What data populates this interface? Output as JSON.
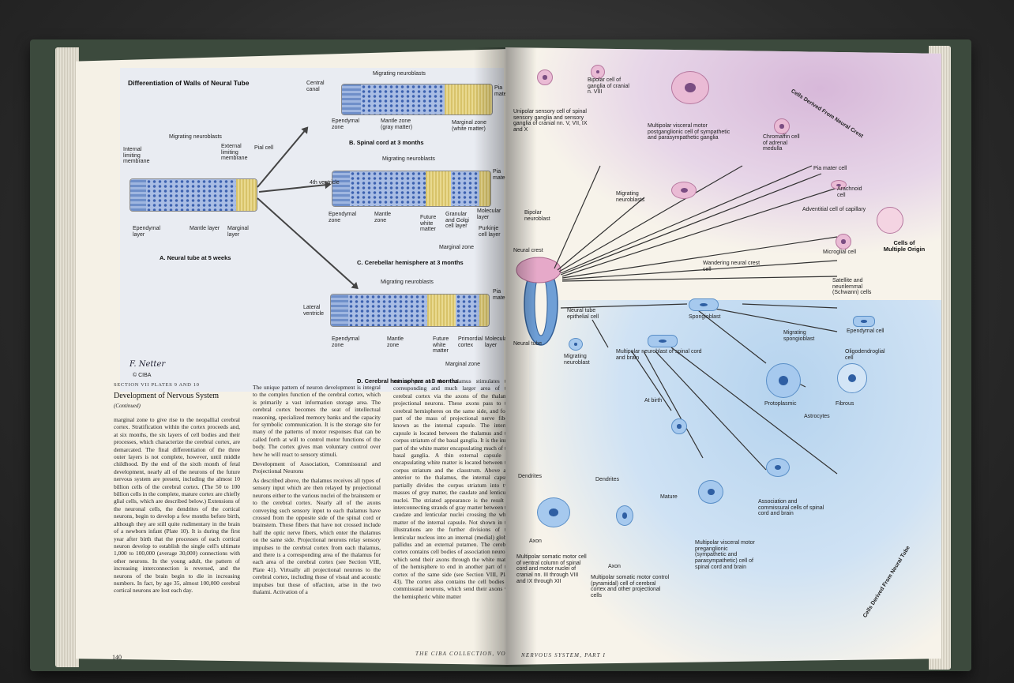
{
  "left_page": {
    "figure": {
      "title": "Differentiation of Walls of Neural Tube",
      "signature": "F. Netter",
      "copyright": "© CIBA",
      "panels": {
        "a": {
          "caption": "A. Neural tube at 5 weeks",
          "labels": {
            "migrating": "Migrating neuroblasts",
            "internal": "Internal limiting membrane",
            "external": "External limiting membrane",
            "pial": "Pial cell",
            "ependymal": "Ependymal layer",
            "mantle": "Mantle layer",
            "marginal": "Marginal layer"
          }
        },
        "b": {
          "caption": "B. Spinal cord at 3 months",
          "labels": {
            "central": "Central canal",
            "migrating": "Migrating neuroblasts",
            "pia": "Pia mater",
            "ependymal": "Ependymal zone",
            "mantle": "Mantle zone (gray matter)",
            "marginal": "Marginal zone (white matter)"
          }
        },
        "c": {
          "caption": "C. Cerebellar hemisphere at 3 months",
          "labels": {
            "ventricle": "4th ventricle",
            "migrating": "Migrating neuroblasts",
            "pia": "Pia mater",
            "ependymal": "Ependymal zone",
            "mantle": "Mantle zone",
            "future_white": "Future white matter",
            "granular": "Granular and Golgi cell layer",
            "molecular": "Molecular layer",
            "purkinje": "Purkinje cell layer",
            "marginal": "Marginal zone"
          }
        },
        "d": {
          "caption": "D. Cerebral hemisphere at 3 months",
          "labels": {
            "ventricle": "Lateral ventricle",
            "migrating": "Migrating neuroblasts",
            "pia": "Pia mater",
            "ependymal": "Ependymal zone",
            "mantle": "Mantle zone",
            "future_white": "Future white matter",
            "primordial": "Primordial cortex",
            "molecular": "Molecular layer",
            "marginal": "Marginal zone"
          }
        }
      }
    },
    "section_head": "SECTION VII   PLATES 9 AND 10",
    "article_title": "Development of Nervous System",
    "article_sub": "(Continued)",
    "col1": "marginal zone to give rise to the neopallial cerebral cortex. Stratification within the cortex proceeds and, at six months, the six layers of cell bodies and their processes, which characterize the cerebral cortex, are demarcated. The final differentiation of the three outer layers is not complete, however, until middle childhood. By the end of the sixth month of fetal development, nearly all of the neurons of the future nervous system are present, including the almost 10 billion cells of the cerebral cortex. (The 50 to 100 billion cells in the complete, mature cortex are chiefly glial cells, which are described below.) Extensions of the neuronal cells, the dendrites of the cortical neurons, begin to develop a few months before birth, although they are still quite rudimentary in the brain of a newborn infant (Plate 10). It is during the first year after birth that the processes of each cortical neuron develop to establish the single cell's ultimate 1,000 to 100,000 (average 30,000) connections with other neurons. In the young adult, the pattern of increasing interconnection is reversed, and the neurons of the brain begin to die in increasing numbers. In fact, by age 35, almost 100,000 cerebral cortical neurons are lost each day.",
    "col2a": "The unique pattern of neuron development is integral to the complex function of the cerebral cortex, which is primarily a vast information storage area. The cerebral cortex becomes the seat of intellectual reasoning, specialized memory banks and the capacity for symbolic communication. It is the storage site for many of the patterns of motor responses that can be called forth at will to control motor functions of the body. The cortex gives man voluntary control over how he will react to sensory stimuli.",
    "col2_subhead": "Development of Association, Commissural and Projectional Neurons",
    "col2b": "As described above, the thalamus receives all types of sensory input which are then relayed by projectional neurons either to the various nuclei of the brainstem or to the cerebral cortex. Nearly all of the axons conveying such sensory input to each thalamus have crossed from the opposite side of the spinal cord or brainstem. Those fibers that have not crossed include half the optic nerve fibers, which enter the thalamus on the same side. Projectional neurons relay sensory impulses to the cerebral cortex from each thalamus, and there is a corresponding area of the thalamus for each area of the cerebral cortex (see Section VIII, Plate 41). Virtually all projectional neurons to the cerebral cortex, including those of visual and acoustic impulses but those of olfaction, arise in the two thalami. Activation of a",
    "col3": "minute part of the thalamus stimulates the corresponding and much larger area of the cerebral cortex via the axons of the thalamic projectional neurons. These axons pass to the cerebral hemispheres on the same side, and form part of the mass of projectional nerve fibers known as the internal capsule. The internal capsule is located between the thalamus and the corpus striatum of the basal ganglia. It is the inner part of the white matter encapsulating much of the basal ganglia. A thin external capsule of encapsulating white matter is located between the corpus striatum and the claustrum. Above and anterior to the thalamus, the internal capsule partially divides the corpus striatum into two masses of gray matter, the caudate and lenticular nuclei. The striated appearance is the result of interconnecting strands of gray matter between the caudate and lenticular nuclei crossing the white matter of the internal capsule. Not shown in the illustrations are the further divisions of the lenticular nucleus into an internal (medial) globus pallidus and an external putamen. The cerebral cortex contains cell bodies of association neurons, which send their axons through the white matter of the hemisphere to end in another part of the cortex of the same side (see Section VIII, Plate 43). The cortex also contains the cell bodies of commissural neurons, which send their axons via the hemispheric white matter",
    "folio": "140",
    "running_head": "THE CIBA COLLECTION, VOLUME"
  },
  "right_page": {
    "labels": {
      "unipolar": "Unipolar sensory cell of spinal sensory ganglia and sensory ganglia of cranial nn. V, VII, IX and X",
      "bipolar_viii": "Bipolar cell of ganglia of cranial n. VIII",
      "multipolar_visceral": "Multipolar visceral motor postganglionic cell of sympathetic and parasympathetic ganglia",
      "chromaffin": "Chromaffin cell of adrenal medulla",
      "crest_title": "Cells Derived From Neural Crest",
      "pia_cell": "Pia mater cell",
      "arachnoid": "Arachnoid cell",
      "adventitial": "Adventitial cell of capillary",
      "multiple_origin": "Cells of Multiple Origin",
      "migrating_nb": "Migrating neuroblasts",
      "bipolar_nb": "Bipolar neuroblast",
      "microglial": "Microglial cell",
      "wandering": "Wandering neural crest cell",
      "satellite": "Satellite and neurilemmal (Schwann) cells",
      "neural_crest": "Neural crest",
      "neural_tube": "Neural tube",
      "epithelial": "Neural tube epithelial cell",
      "spongioblast": "Spongioblast",
      "ependymal_cell": "Ependymal cell",
      "migrating_sp": "Migrating spongioblast",
      "oligo": "Oligodendroglial cell",
      "migrating_neuroblast": "Migrating neuroblast",
      "multipolar_nb": "Multipolar neuroblast of spinal cord and brain",
      "at_birth": "At birth",
      "protoplasmic": "Protoplasmic",
      "fibrous": "Fibrous",
      "astrocytes": "Astrocytes",
      "dendrites": "Dendrites",
      "dendrites2": "Dendrites",
      "mature": "Mature",
      "axon": "Axon",
      "axon2": "Axon",
      "assoc": "Association and commissural cells of spinal cord and brain",
      "multi_motor": "Multipolar somatic motor cell of ventral column of spinal cord and motor nuclei of cranial nn. III through VIII and IX through XII",
      "pyramidal": "Multipolar somatic motor control (pyramidal) cell of cerebral cortex and other projectional cells",
      "visceral_pre": "Multipolar visceral motor preganglionic (sympathetic and parasympathetic) cell of spinal cord and brain",
      "tube_title": "Cells Derived From Neural Tube"
    },
    "running_head": "NERVOUS SYSTEM, PART I"
  }
}
